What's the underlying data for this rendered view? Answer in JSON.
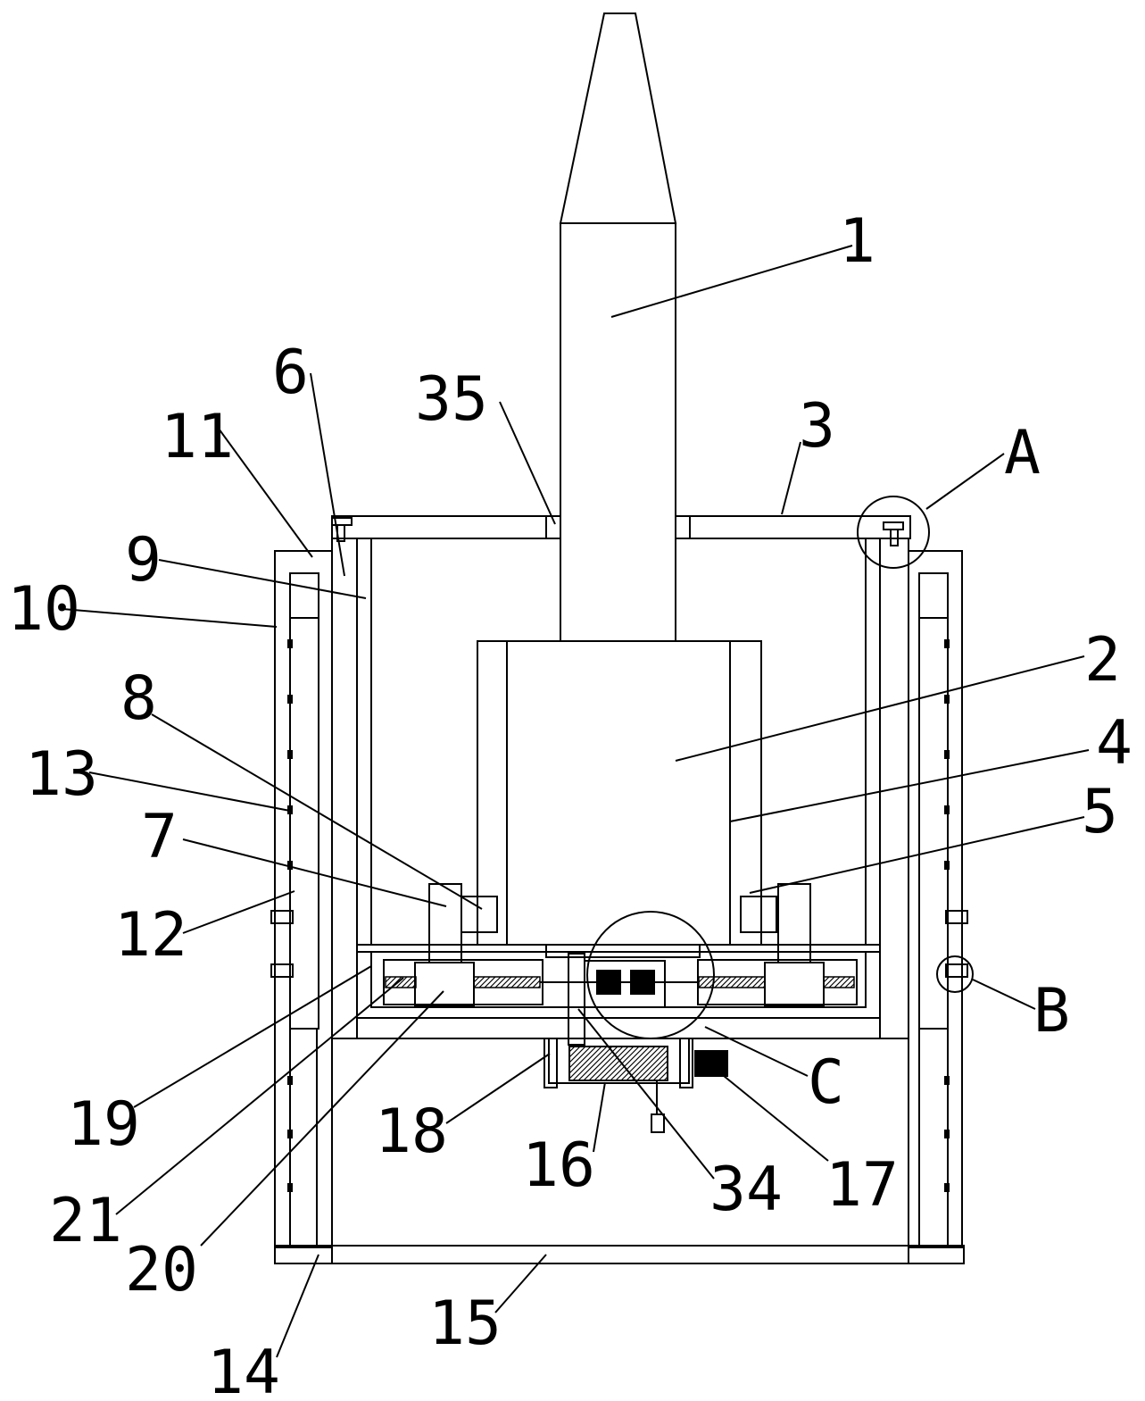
{
  "diagram": {
    "labels": [
      {
        "id": "1",
        "text": "1"
      },
      {
        "id": "2",
        "text": "2"
      },
      {
        "id": "3",
        "text": "3"
      },
      {
        "id": "4",
        "text": "4"
      },
      {
        "id": "5",
        "text": "5"
      },
      {
        "id": "6",
        "text": "6"
      },
      {
        "id": "7",
        "text": "7"
      },
      {
        "id": "8",
        "text": "8"
      },
      {
        "id": "9",
        "text": "9"
      },
      {
        "id": "10",
        "text": "10"
      },
      {
        "id": "11",
        "text": "11"
      },
      {
        "id": "12",
        "text": "12"
      },
      {
        "id": "13",
        "text": "13"
      },
      {
        "id": "14",
        "text": "14"
      },
      {
        "id": "15",
        "text": "15"
      },
      {
        "id": "16",
        "text": "16"
      },
      {
        "id": "17",
        "text": "17"
      },
      {
        "id": "18",
        "text": "18"
      },
      {
        "id": "19",
        "text": "19"
      },
      {
        "id": "20",
        "text": "20"
      },
      {
        "id": "21",
        "text": "21"
      },
      {
        "id": "34",
        "text": "34"
      },
      {
        "id": "35",
        "text": "35"
      },
      {
        "id": "A",
        "text": "A"
      },
      {
        "id": "B",
        "text": "B"
      },
      {
        "id": "C",
        "text": "C"
      }
    ]
  }
}
